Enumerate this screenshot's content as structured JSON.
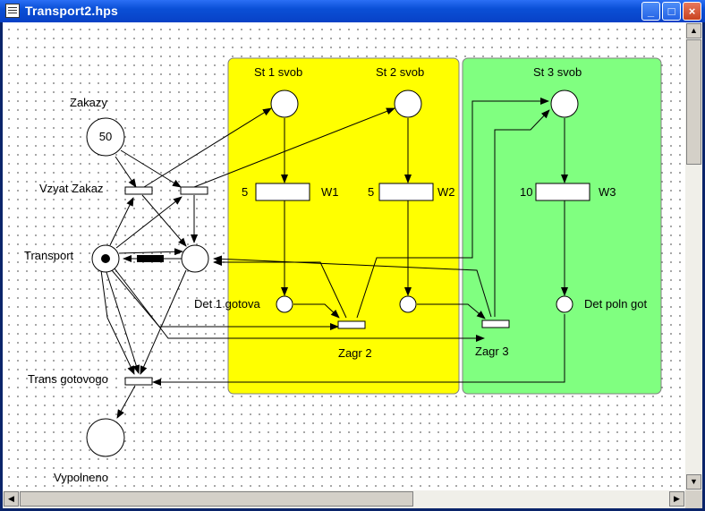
{
  "window": {
    "title": "Transport2.hps",
    "minimize_glyph": "_",
    "maximize_glyph": "□",
    "close_glyph": "×"
  },
  "colors": {
    "zone_yellow": "#ffff00",
    "zone_green": "#80ff80",
    "titlebar": "#0a4fd6"
  },
  "scrollbars": {
    "up_glyph": "▲",
    "down_glyph": "▼",
    "left_glyph": "◀",
    "right_glyph": "▶"
  },
  "diagram": {
    "places": {
      "zakazy": {
        "label": "Zakazy",
        "tokens": "50"
      },
      "transport": {
        "label": "Transport"
      },
      "st1": {
        "label": "St 1 svob"
      },
      "st2": {
        "label": "St 2 svob"
      },
      "st3": {
        "label": "St 3 svob"
      },
      "det1": {
        "label": "Det 1 gotova"
      },
      "det_poln": {
        "label": "Det poln got"
      },
      "vypolneno": {
        "label": "Vypolneno"
      }
    },
    "transitions": {
      "vzyat": {
        "label": "Vzyat Zakaz"
      },
      "trans_gotovogo": {
        "label": "Trans gotovogo"
      },
      "zagr2": {
        "label": "Zagr 2"
      },
      "zagr3": {
        "label": "Zagr 3"
      },
      "w1": {
        "label": "W1",
        "delay": "5"
      },
      "w2": {
        "label": "W2",
        "delay": "5"
      },
      "w3": {
        "label": "W3",
        "delay": "10"
      }
    }
  }
}
